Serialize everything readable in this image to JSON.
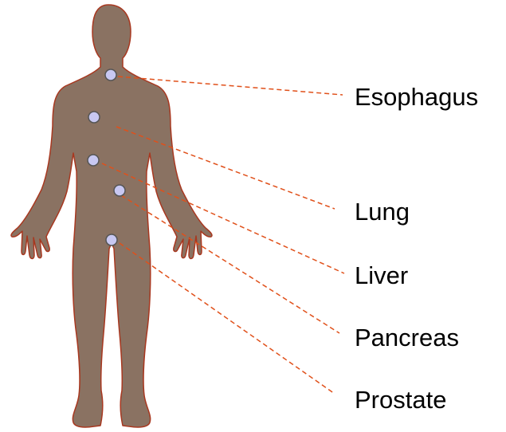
{
  "colors": {
    "body_fill": "#8a7262",
    "body_outline": "#a83820",
    "leader_line": "#e0501a",
    "marker_fill": "#c8c8f2",
    "marker_stroke": "#555555",
    "label_text": "#000000"
  },
  "organs": [
    {
      "id": "esophagus",
      "label": "Esophagus"
    },
    {
      "id": "lung",
      "label": "Lung"
    },
    {
      "id": "liver",
      "label": "Liver"
    },
    {
      "id": "pancreas",
      "label": "Pancreas"
    },
    {
      "id": "prostate",
      "label": "Prostate"
    }
  ]
}
